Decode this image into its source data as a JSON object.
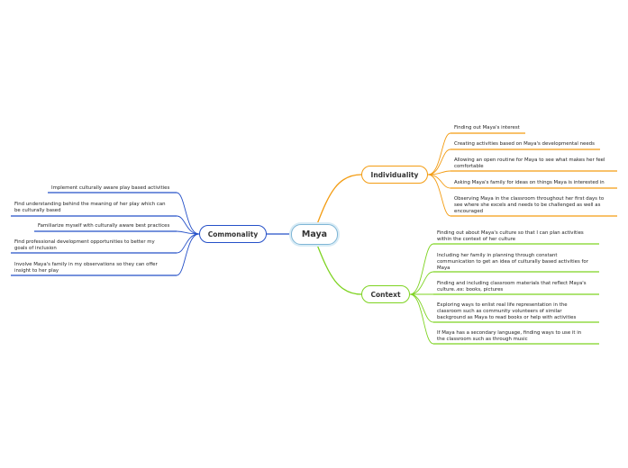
{
  "central": {
    "label": "Maya"
  },
  "individuality": {
    "label": "Individuality",
    "color": "#f39c12",
    "items": [
      "Finding out Maya's interest",
      "Creating activities based on Maya's developmental needs",
      "Allowing an open routine for Maya to see what makes her feel\ncomfortable",
      "Asking Maya's family for ideas on things Maya is interested in",
      "Observing Maya in the classroom throughout her first days to\nsee where she excels and needs to be challenged as well as\nencouraged"
    ]
  },
  "commonality": {
    "label": "Commonality",
    "color": "#2550c8",
    "items": [
      "Implement culturally aware play based activities",
      "Find understanding behind the meaning of her play which can\nbe culturally based",
      "Familiarize myself with culturally aware best practices",
      "Find professional development opportunities to better my\ngoals of inclusion",
      "Involve Maya's family in my observations so they can offer\ninsight to her play"
    ]
  },
  "context": {
    "label": "Context",
    "color": "#7ed321",
    "items": [
      "Finding out about Maya's culture so that I can plan activities\nwithin the context of her culture",
      "Including her family in planning through constant\ncommunication to get an idea of culturally based activities for\nMaya",
      "Finding and including classroom materials that reflect Maya's\nculture..ex: books, pictures",
      "Exploring ways to enlist real life representation in the\nclassroom such as community volunteers of similar\nbackground as Maya to read books or help with activities",
      "If Maya has a secondary language, finding ways to use it in\nthe classroom such as through music"
    ]
  }
}
